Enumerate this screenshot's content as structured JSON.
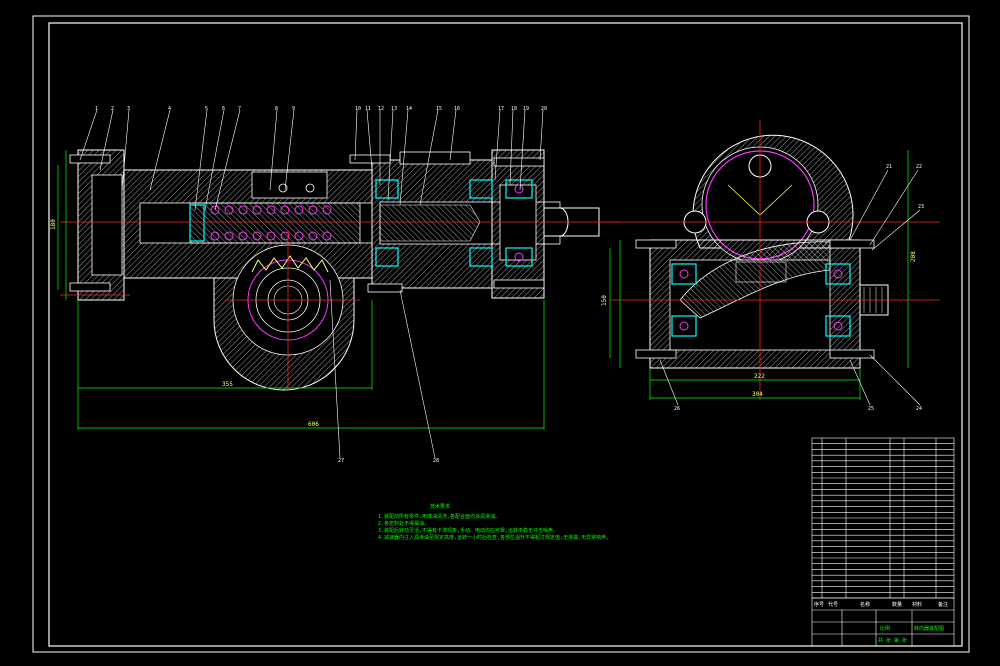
{
  "drawing": {
    "sheet_color": "#000000",
    "line_colors": {
      "outline": "#ffffff",
      "hatch": "#ffffff",
      "centerline": "#ff2020",
      "dimension": "#00ff00",
      "bearing": "#00ffff",
      "circle": "#ff33ff",
      "leader": "#ffffff"
    }
  },
  "balloons_top": [
    "1",
    "2",
    "3",
    "4",
    "5",
    "6",
    "7",
    "8",
    "9",
    "10",
    "11",
    "12",
    "13",
    "14",
    "15",
    "16",
    "17",
    "18",
    "19",
    "20"
  ],
  "balloons_side": [
    "21",
    "22",
    "23",
    "24",
    "25",
    "26"
  ],
  "balloons_bottom": [
    "27",
    "28"
  ],
  "dimensions": {
    "front_total": "606",
    "front_body": "355",
    "front_height": "180",
    "side_total": "304",
    "side_inner": "222",
    "side_height": "208",
    "side_height_inner": "150"
  },
  "tech_notes": {
    "title": "技术要求",
    "lines": [
      "1.装配前所有零件,用煤油清洗,各配合面均涂润滑油。",
      "2.各密封处不得漏油。",
      "3.装配后转动灵活,不得有卡滞现象,手动、电动均应可靠,运转平稳无冲击噪声。",
      "4.减速器内注入润滑油至规定高度,运转一小时后检查,各部位温升不得超过规定值,无渗漏,无异常响声。"
    ]
  },
  "title_block": {
    "drawing_name": "转向器装配图",
    "header_labels": [
      "序号",
      "代号",
      "名称",
      "数量",
      "材料",
      "备注"
    ],
    "scale_label": "比例",
    "sheet_label": "共 张 第 张"
  },
  "parts_table_rows": 28
}
